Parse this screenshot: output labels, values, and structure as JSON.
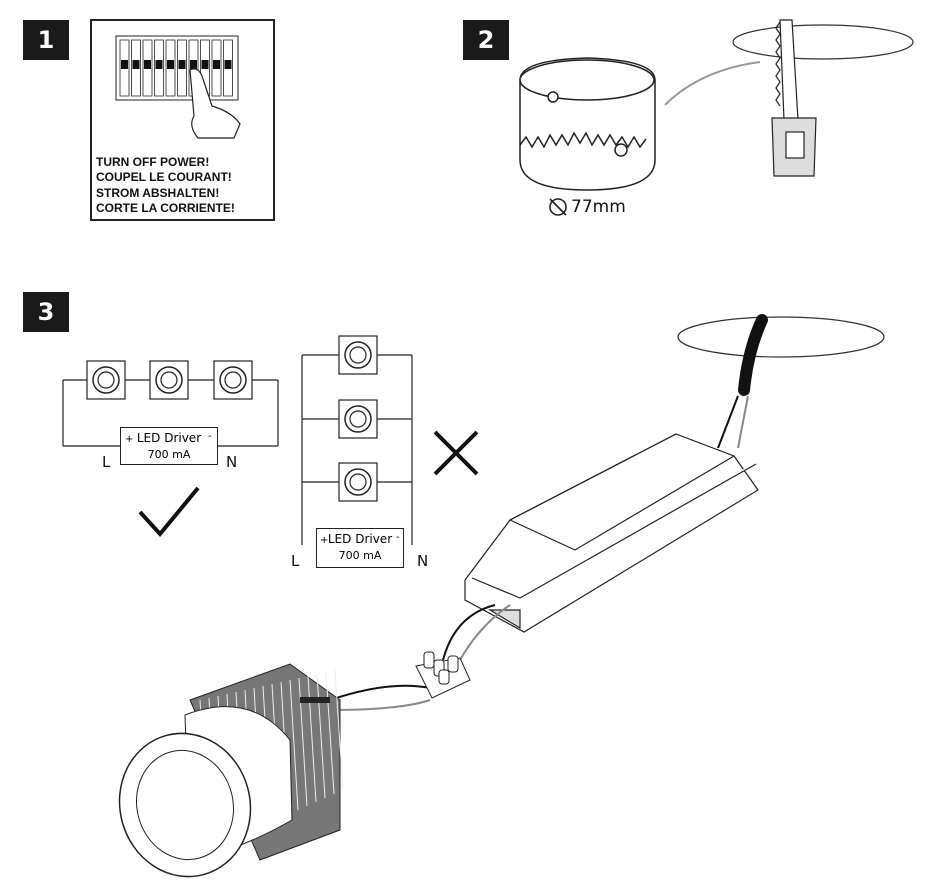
{
  "steps": [
    {
      "number": "1"
    },
    {
      "number": "2"
    },
    {
      "number": "3"
    }
  ],
  "step1": {
    "warnings": [
      "TURN OFF POWER!",
      "COUPEL LE COURANT!",
      "STROM ABSHALTEN!",
      "CORTE LA CORRIENTE!"
    ]
  },
  "step2": {
    "diameter_label": "77mm"
  },
  "step3": {
    "correct_wiring": {
      "driver_name": "LED Driver",
      "driver_current": "700 mA",
      "terminal_left": "L",
      "terminal_right": "N",
      "plus": "+",
      "minus": "-"
    },
    "wrong_wiring": {
      "driver_name": "LED Driver",
      "driver_current": "700 mA",
      "terminal_left": "L",
      "terminal_right": "N",
      "plus": "+",
      "minus": "-"
    }
  },
  "colors": {
    "ink": "#1a1a1a",
    "wire_grey": "#888888",
    "fin_grey": "#555555"
  }
}
